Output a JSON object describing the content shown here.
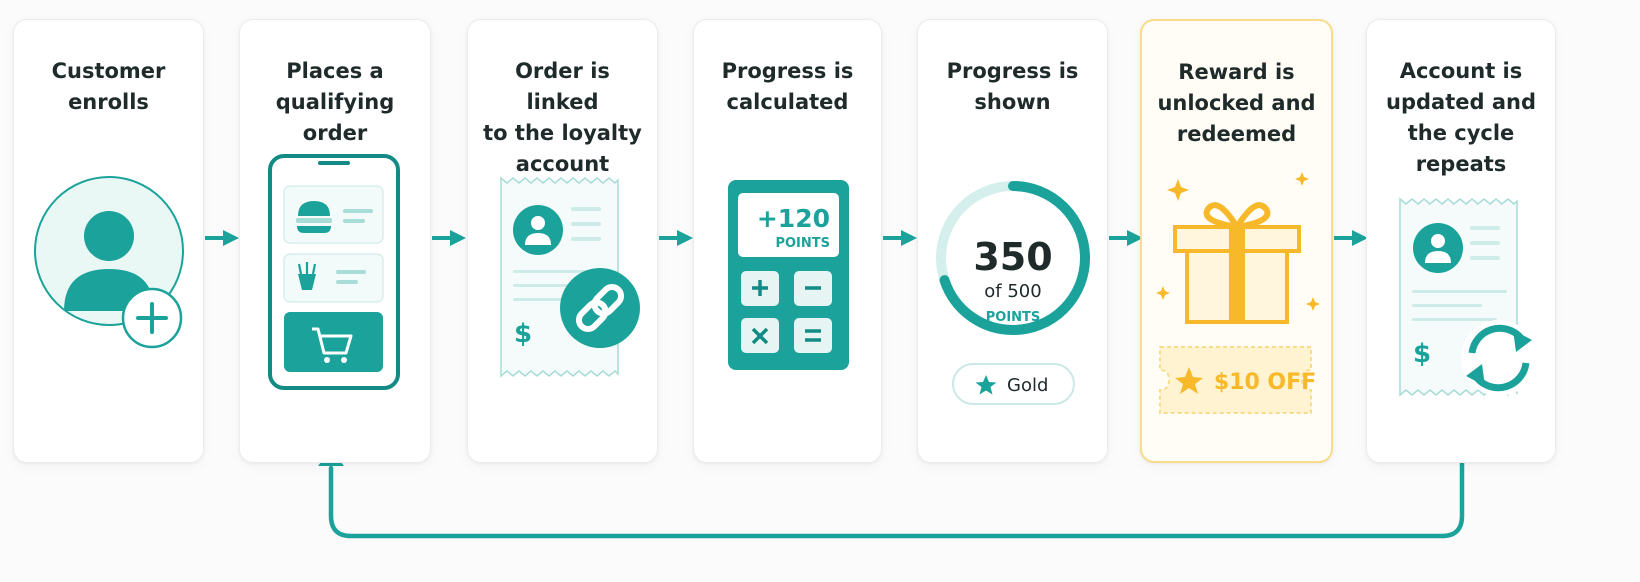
{
  "colors": {
    "teal": "#1ba39b",
    "teal_dark": "#138b84",
    "teal_light": "#e6f5f3",
    "gold": "#f7b82a",
    "gold_light": "#fff3d2",
    "text": "#1f2a2a"
  },
  "steps": [
    {
      "title": "Customer\nenrolls",
      "icon": "user-add-icon"
    },
    {
      "title": "Places a\nqualifying order",
      "icon": "phone-order-icon"
    },
    {
      "title": "Order is linked\nto the loyalty\naccount",
      "icon": "receipt-link-icon"
    },
    {
      "title": "Progress is\ncalculated",
      "icon": "calculator-icon",
      "points_value": "+120",
      "points_label": "POINTS"
    },
    {
      "title": "Progress is\nshown",
      "icon": "progress-ring-icon",
      "current": "350",
      "target": "of 500",
      "unit": "POINTS",
      "progress_fraction": 0.7,
      "tier": "Gold"
    },
    {
      "title": "Reward is\nunlocked and\nredeemed",
      "icon": "gift-icon",
      "coupon": "$10 OFF",
      "highlighted": true
    },
    {
      "title": "Account is\nupdated and\nthe cycle\nrepeats",
      "icon": "receipt-refresh-icon"
    }
  ],
  "currency_symbol": "$"
}
